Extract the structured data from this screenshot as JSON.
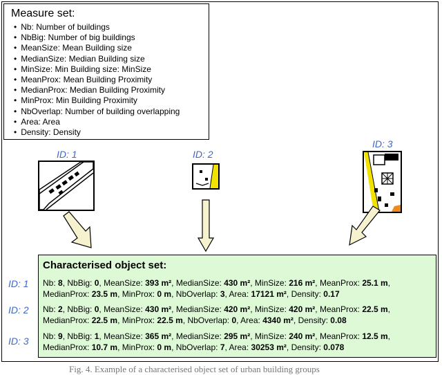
{
  "measure_set": {
    "title": "Measure set:",
    "items": [
      "Nb: Number of buildings",
      "NbBig: Number of big buildings",
      "MeanSize: Mean Building size",
      "MedianSize: Median Building size",
      "MinSize: Min Building size: MinSize",
      "MeanProx: Mean Building Proximity",
      "MedianProx: Median Building Proximity",
      "MinProx: Min Building Proximity",
      "NbOverlap: Number of building overlapping",
      "Area: Area",
      "Density: Density"
    ]
  },
  "objects": [
    {
      "label": "ID: 1"
    },
    {
      "label": "ID: 2"
    },
    {
      "label": "ID: 3"
    }
  ],
  "result_set": {
    "title": "Characterised object set:",
    "rows": [
      {
        "id": "ID: 1",
        "Nb": "8",
        "NbBig": "0",
        "MeanSize": "393 m²",
        "MedianSize": "430 m²",
        "MinSize": "216 m²",
        "MeanProx": "25.1 m",
        "MedianProx": "23.5 m",
        "MinProx": "0 m",
        "NbOverlap": "3",
        "Area": "17121 m²",
        "Density": "0.17"
      },
      {
        "id": "ID: 2",
        "Nb": "2",
        "NbBig": "0",
        "MeanSize": "430 m²",
        "MedianSize": "420 m²",
        "MinSize": "420 m²",
        "MeanProx": "22.5 m",
        "MedianProx": "22.5 m",
        "MinProx": "22.5 m",
        "NbOverlap": "0",
        "Area": "4340 m²",
        "Density": "0.08"
      },
      {
        "id": "ID: 3",
        "Nb": "9",
        "NbBig": "1",
        "MeanSize": "365 m²",
        "MedianSize": "295 m²",
        "MinSize": "240 m²",
        "MeanProx": "12.5 m",
        "MedianProx": "10.7 m",
        "MinProx": "0 m",
        "NbOverlap": "7",
        "Area": "30253 m²",
        "Density": "0.078"
      }
    ]
  },
  "caption": "Fig. 4. Example of a characterised object set of urban building groups",
  "colors": {
    "id_label": "#3f66c8",
    "result_bg": "#ddf9d6",
    "arrow_fill": "#f6f2cf",
    "road_yellow": "#f2e200",
    "road_orange": "#f08a1e"
  }
}
